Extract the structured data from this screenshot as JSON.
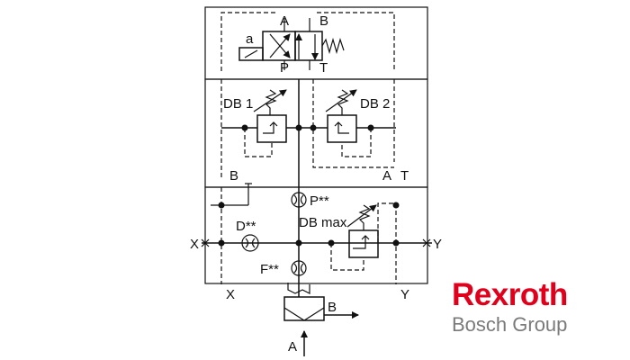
{
  "labels": {
    "port_a_top": "A",
    "port_b_top": "B",
    "solenoid": "a",
    "port_p": "P",
    "port_t": "T",
    "db1": "DB 1",
    "db2": "DB 2",
    "mid_b": "B",
    "mid_a": "A",
    "mid_t": "T",
    "p_orifice": "P**",
    "d_orifice": "D**",
    "db_max": "DB max",
    "f_orifice": "F**",
    "x_left": "X",
    "y_right": "Y",
    "x_bottom": "X",
    "y_bottom": "Y",
    "b_out": "B",
    "a_in": "A"
  },
  "logo": {
    "brand": "Rexroth",
    "group": "Bosch Group",
    "brand_color": "#e0001b",
    "group_color": "#7a7a7a"
  }
}
